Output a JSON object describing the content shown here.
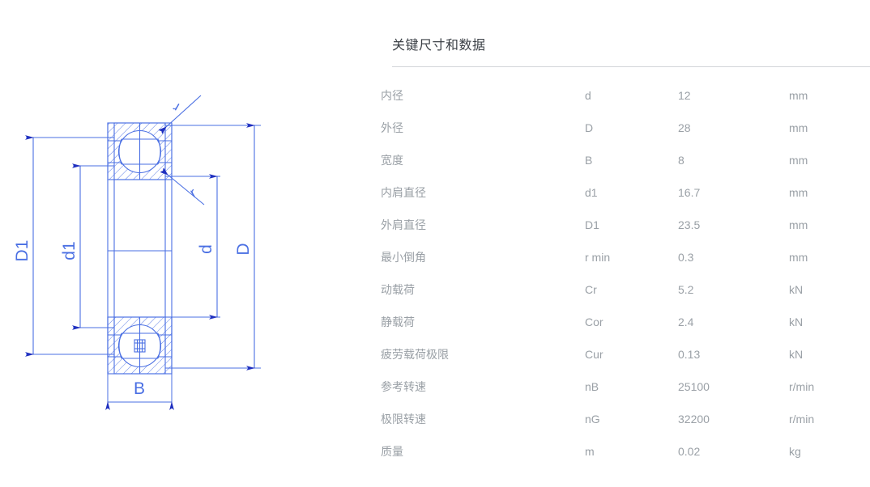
{
  "drawing": {
    "name": "deep-groove-ball-bearing-cross-section",
    "line_color": "#4a6fe3",
    "accent_color": "#1f2fbf",
    "labels": {
      "D1": "D1",
      "d1": "d1",
      "d": "d",
      "D": "D",
      "B": "B",
      "r_top": "r",
      "r_bottom": "r"
    }
  },
  "panel": {
    "title": "关键尺寸和数据",
    "title_color": "#3a3f45",
    "text_color": "#9aa0a6",
    "rule_color": "#d3d6d9"
  },
  "table": {
    "rows": [
      {
        "label": "内径",
        "symbol": "d",
        "value": "12",
        "unit": "mm"
      },
      {
        "label": "外径",
        "symbol": "D",
        "value": "28",
        "unit": "mm"
      },
      {
        "label": "宽度",
        "symbol": "B",
        "value": "8",
        "unit": "mm"
      },
      {
        "label": "内肩直径",
        "symbol": "d1",
        "value": "16.7",
        "unit": "mm"
      },
      {
        "label": "外肩直径",
        "symbol": "D1",
        "value": "23.5",
        "unit": "mm"
      },
      {
        "label": "最小倒角",
        "symbol": "r min",
        "value": "0.3",
        "unit": "mm"
      },
      {
        "label": "动载荷",
        "symbol": "Cr",
        "value": "5.2",
        "unit": "kN"
      },
      {
        "label": "静载荷",
        "symbol": "Cor",
        "value": "2.4",
        "unit": "kN"
      },
      {
        "label": "疲劳载荷极限",
        "symbol": "Cur",
        "value": "0.13",
        "unit": "kN"
      },
      {
        "label": "参考转速",
        "symbol": "nB",
        "value": "25100",
        "unit": "r/min"
      },
      {
        "label": "极限转速",
        "symbol": "nG",
        "value": "32200",
        "unit": "r/min"
      },
      {
        "label": "质量",
        "symbol": "m",
        "value": "0.02",
        "unit": "kg"
      }
    ]
  }
}
